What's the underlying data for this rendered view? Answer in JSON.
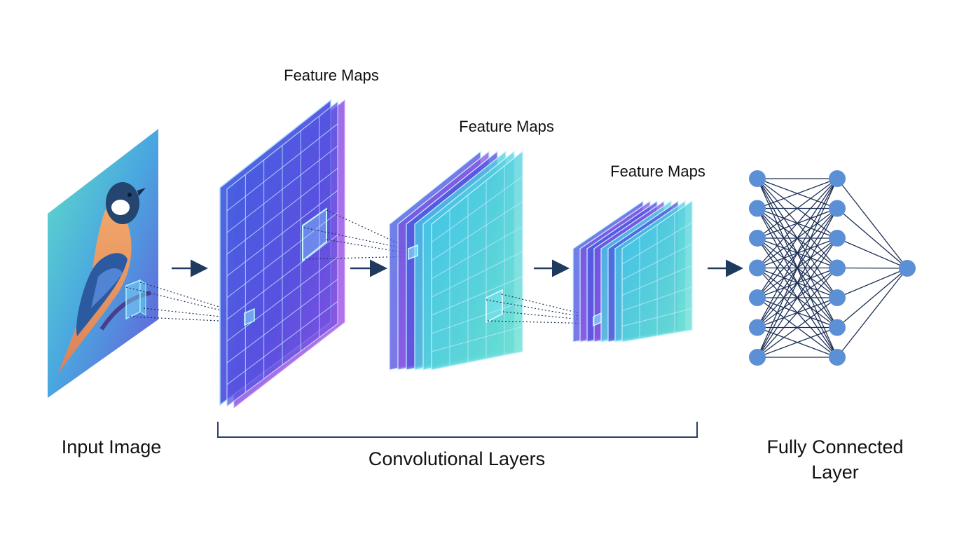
{
  "labels": {
    "input_image": "Input Image",
    "feature_maps_1": "Feature Maps",
    "feature_maps_2": "Feature Maps",
    "feature_maps_3": "Feature Maps",
    "convolutional_layers": "Convolutional Layers",
    "fully_connected_line1": "Fully Connected",
    "fully_connected_line2": "Layer"
  },
  "colors": {
    "arrow": "#1f3a5f",
    "grid_line": "#bfe8ff",
    "map_blue": "#3f63e0",
    "map_purple": "#8a4fe0",
    "map_cyan": "#4fd1e0",
    "node": "#5b8fd6",
    "edge": "#1c2f55",
    "bracket": "#2d3f66"
  },
  "fully_connected": {
    "input_nodes": 7,
    "hidden_nodes": 7,
    "output_nodes": 1
  }
}
